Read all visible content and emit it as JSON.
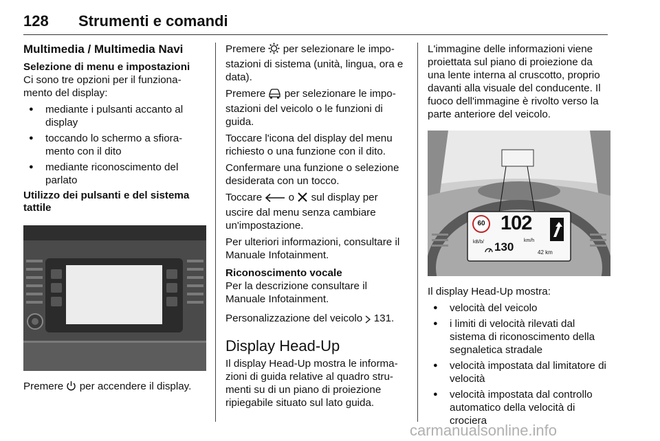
{
  "header": {
    "page_number": "128",
    "title": "Strumenti e comandi"
  },
  "col1": {
    "section_title": "Multimedia / Multimedia Navi",
    "subhead1": "Selezione di menu e impostazioni",
    "intro": "Ci sono tre opzioni per il funziona­mento del display:",
    "bullets": [
      "mediante i pulsanti accanto al display",
      "toccando lo schermo a sfiora­mento con il dito",
      "mediante riconoscimento del parlato"
    ],
    "subhead2": "Utilizzo dei pulsanti e del sistema tattile",
    "caption_pre": "Premere",
    "caption_post": "per accendere il display."
  },
  "col2": {
    "p1_pre": "Premere",
    "p1_post": "per selezionare le impo­stazioni di sistema (unità, lingua, ora e data).",
    "p2_pre": "Premere",
    "p2_post": "per selezionare le impo­stazioni del veicolo o le funzioni di guida.",
    "p3": "Toccare l'icona del display del menu richiesto o una funzione con il dito.",
    "p4": "Confermare una funzione o selezione desiderata con un tocco.",
    "p5_pre": "Toccare",
    "p5_mid": "o",
    "p5_post": "sul display per uscire dal menu senza cambiare un'impostazione.",
    "p6": "Per ulteriori informazioni, consultare il Manuale Infotainment.",
    "subhead3": "Riconoscimento vocale",
    "p7": "Per la descrizione consultare il Manuale Infotainment.",
    "p8": "Personalizzazione del veicolo",
    "p8_ref": "131.",
    "h1": "Display Head-Up",
    "p9": "Il display Head-Up mostra le informa­zioni di guida relative al quadro stru­menti su di un piano di proiezione ripiegabile situato sul lato guida."
  },
  "col3": {
    "p1": "L'immagine delle informazioni viene proiettata sul piano di proiezione da una lente interna al cruscotto, proprio davanti alla visuale del conducente. Il fuoco dell'immagine è rivolto verso la parte anteriore del veicolo.",
    "hud": {
      "speed": "102",
      "speed_unit": "km/h",
      "limit": "60",
      "limit_unit": "kB/b/",
      "set_speed": "130",
      "distance": "42 km"
    },
    "lead": "Il display Head-Up mostra:",
    "bullets": [
      "velocità del veicolo",
      "i limiti di velocità rilevati dal sistema di riconoscimento della segnaletica stradale",
      "velocità impostata dal limitatore di velocità",
      "velocità impostata dal controllo automatico della velocità di crociera"
    ]
  },
  "footer": {
    "watermark": "carmanualsonline.info"
  }
}
